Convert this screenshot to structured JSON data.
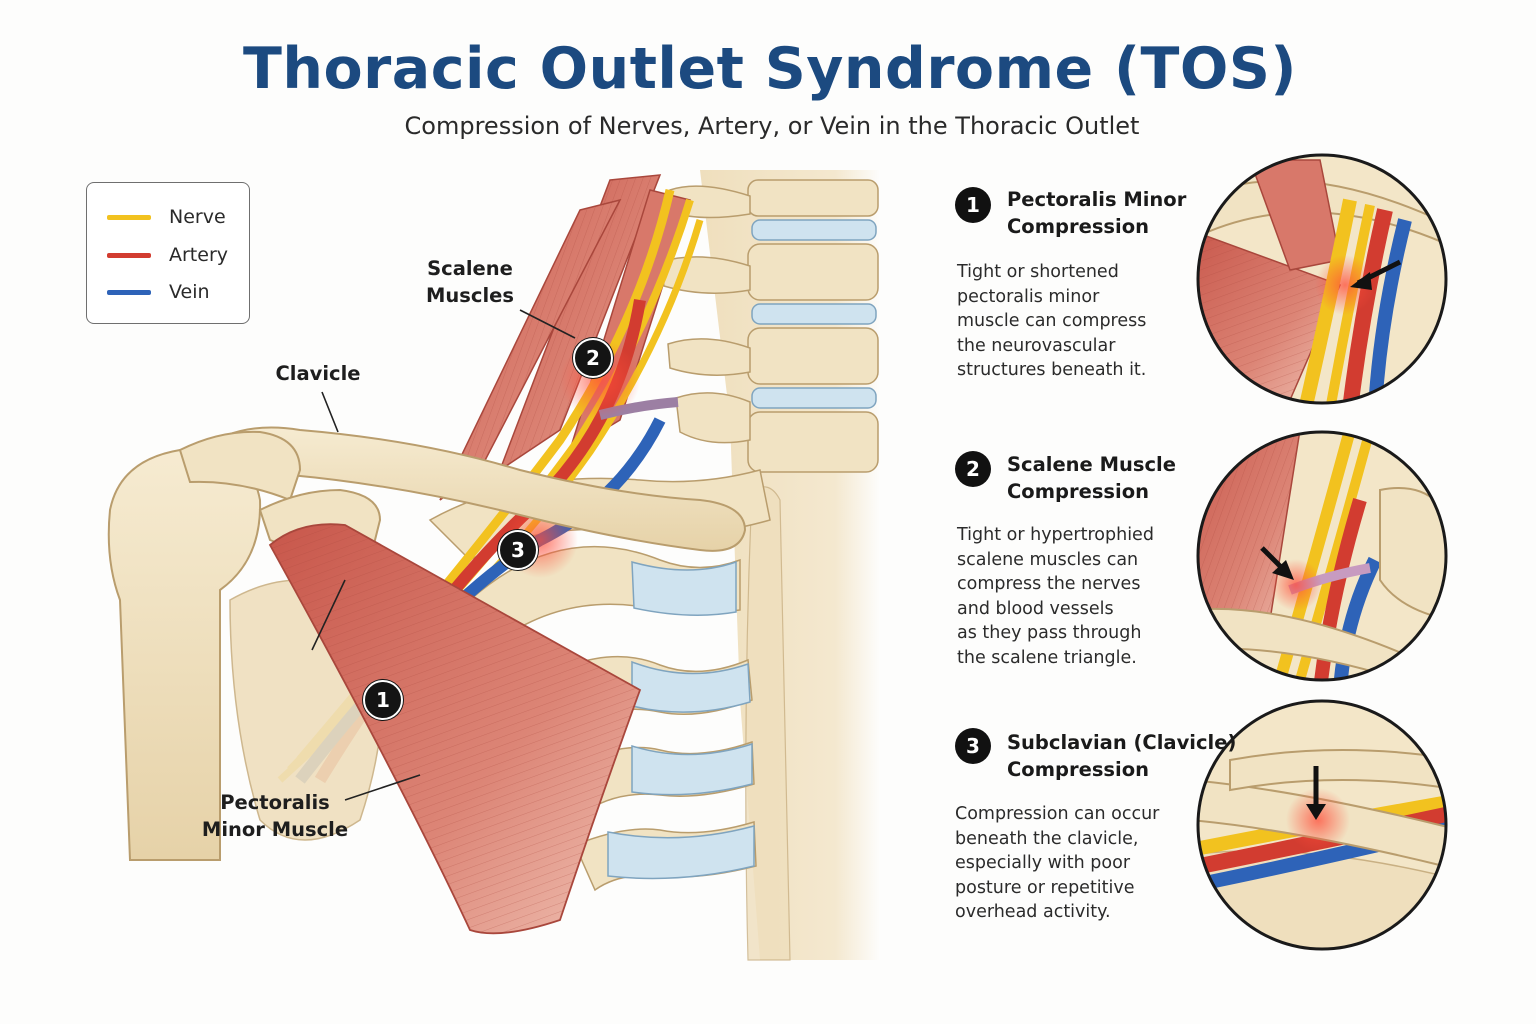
{
  "title": "Thoracic Outlet Syndrome (TOS)",
  "subtitle": "Compression of Nerves, Artery, or Vein in the Thoracic Outlet",
  "legend": [
    {
      "label": "Nerve",
      "color": "#f2c21f"
    },
    {
      "label": "Artery",
      "color": "#d23c30"
    },
    {
      "label": "Vein",
      "color": "#2e63b8"
    }
  ],
  "callouts": {
    "scalene": "Scalene\nMuscles",
    "clavicle": "Clavicle",
    "pectoralis": "Pectoralis\nMinor Muscle"
  },
  "badges": [
    "1",
    "2",
    "3"
  ],
  "sections": [
    {
      "number": "1",
      "heading": "Pectoralis Minor\nCompression",
      "description": "Tight or shortened\npectoralis minor\nmuscle can compress\nthe neurovascular\nstructures beneath it."
    },
    {
      "number": "2",
      "heading": "Scalene Muscle\nCompression",
      "description": "Tight or hypertrophied\nscalene muscles can\ncompress the nerves\nand blood vessels\nas they pass through\nthe scalene triangle."
    },
    {
      "number": "3",
      "heading": "Subclavian (Clavicle)\nCompression",
      "description": "Compression can occur\nbeneath the clavicle,\nespecially with poor\nposture or repetitive\noverhead activity."
    }
  ],
  "colors": {
    "title": "#1c4a80",
    "bone": "#f1e3c3",
    "bone_edge": "#b99d6d",
    "muscle": "#d8786a",
    "muscle_edge": "#a9473c",
    "cartilage": "#cfe3ef",
    "nerve": "#f2c21f",
    "artery": "#d23c30",
    "vein": "#2e63b8"
  }
}
